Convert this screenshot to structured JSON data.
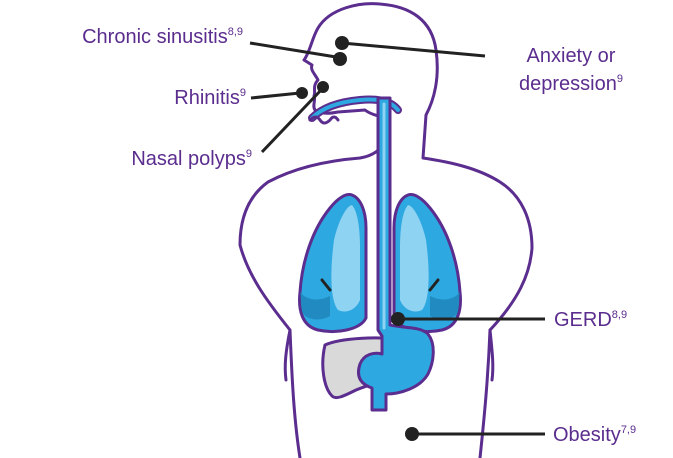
{
  "colors": {
    "outline": "#5b2d8e",
    "organ": "#2ea8e0",
    "organ_light": "#8fd3f2",
    "lung_dark": "#1c7fb4",
    "liver": "#d9d9d9",
    "marker": "#222222",
    "text": "#5b2d8e"
  },
  "labels": {
    "sinusitis": {
      "text": "Chronic sinusitis",
      "sup": "8,9"
    },
    "anxiety_line1": {
      "text": "Anxiety or"
    },
    "anxiety_line2": {
      "text": "depression",
      "sup": "9"
    },
    "rhinitis": {
      "text": "Rhinitis",
      "sup": "9"
    },
    "polyps": {
      "text": "Nasal polyps",
      "sup": "9"
    },
    "gerd": {
      "text": "GERD",
      "sup": "8,9"
    },
    "obesity": {
      "text": "Obesity",
      "sup": "7,9"
    }
  }
}
